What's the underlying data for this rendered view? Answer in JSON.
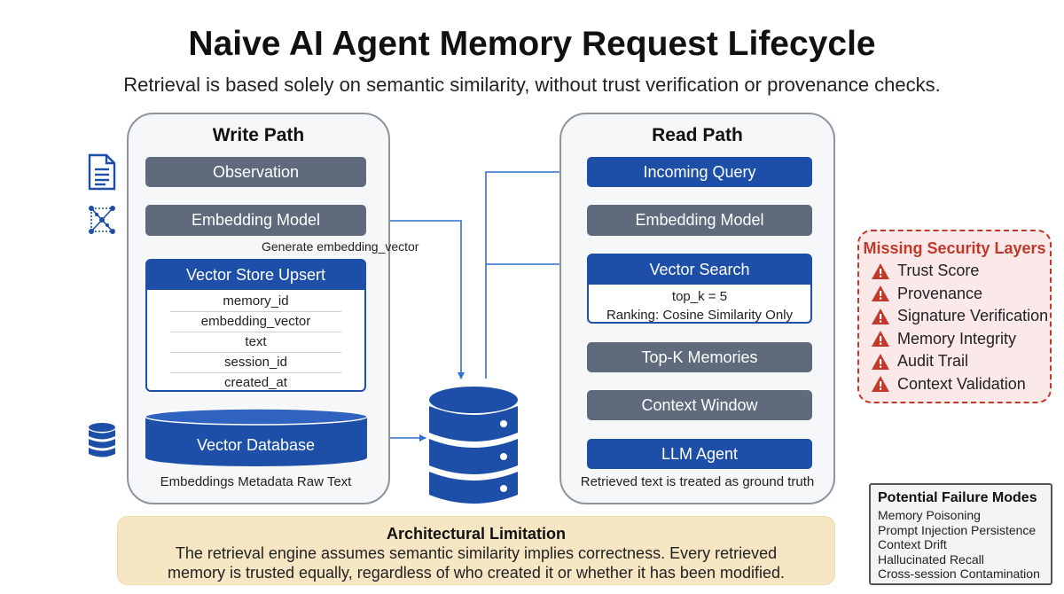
{
  "header": {
    "title": "Naive AI Agent Memory Request Lifecycle",
    "subtitle": "Retrieval is based solely on semantic similarity, without trust verification or provenance checks."
  },
  "write_path": {
    "title": "Write Path",
    "observation": "Observation",
    "embedding_model": "Embedding Model",
    "edge_label": "Generate embedding_vector",
    "upsert": {
      "title": "Vector Store Upsert",
      "fields": [
        "memory_id",
        "embedding_vector",
        "text",
        "session_id",
        "created_at"
      ]
    },
    "database": "Vector Database",
    "database_caption": "Embeddings  Metadata  Raw Text"
  },
  "read_path": {
    "title": "Read Path",
    "incoming_query": "Incoming Query",
    "embedding_model": "Embedding Model",
    "vector_search": {
      "title": "Vector Search",
      "lines": [
        "top_k = 5",
        "Ranking: Cosine Similarity Only"
      ]
    },
    "top_k_memories": "Top-K Memories",
    "context_window": "Context Window",
    "llm_agent": "LLM Agent",
    "caption": "Retrieved text is treated as ground truth"
  },
  "missing_layers": {
    "title": "Missing Security Layers",
    "items": [
      "Trust Score",
      "Provenance",
      "Signature Verification",
      "Memory Integrity",
      "Audit Trail",
      "Context Validation"
    ]
  },
  "failure_modes": {
    "title": "Potential Failure Modes",
    "items": [
      "Memory Poisoning",
      "Prompt Injection Persistence",
      "Context Drift",
      "Hallucinated Recall",
      "Cross-session Contamination"
    ]
  },
  "limitation": {
    "title": "Architectural Limitation",
    "lines": [
      "The retrieval engine assumes semantic similarity implies correctness. Every retrieved",
      "memory is trusted equally, regardless of who created it or whether it has been modified."
    ]
  },
  "icons": {
    "document": "document-icon",
    "embedding": "scatter-network-icon",
    "database": "database-icon",
    "warning": "warning-triangle-icon"
  },
  "colors": {
    "blue": "#1e4fa8",
    "gray": "#5f6b7c",
    "warning_red": "#c0392b",
    "limitation_bg": "#f6e6c4"
  }
}
